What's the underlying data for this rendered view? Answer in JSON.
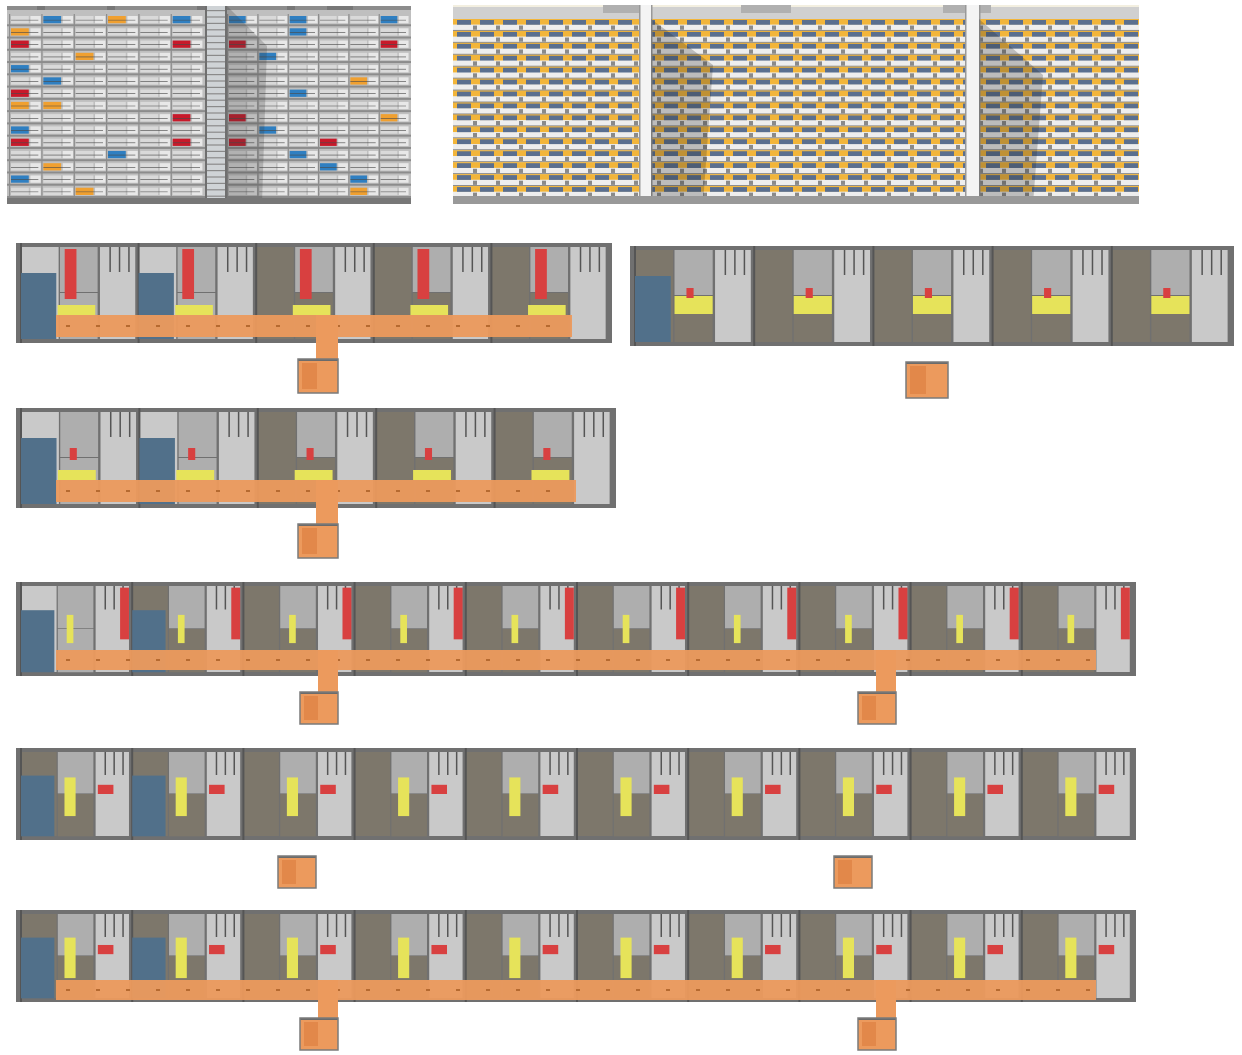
{
  "colors": {
    "background": "#ffffff",
    "concrete": "#bfbfbf",
    "concrete_dark": "#8c8c8c",
    "concrete_mid": "#a8a8a8",
    "window": "#d9d9d9",
    "window_frame": "#4a4a4a",
    "panel_blue": "#2f7fc1",
    "panel_red": "#c8192a",
    "panel_orange": "#f0a030",
    "stair_glass": "#cfd3d6",
    "facade_yellow": "#f2b53a",
    "facade_blue": "#5a6f8f",
    "facade_cream": "#f3efe0",
    "plan_wall": "#707070",
    "plan_floor_light": "#c9c9c9",
    "plan_floor_dark": "#7d776b",
    "plan_floor_grey": "#aeaeae",
    "corridor": "#ec9a5d",
    "kitchen_yellow": "#e6e35a",
    "bath_red": "#d84040",
    "unit_blue": "#51708a",
    "shadow": "#5c5c5c"
  },
  "figures": [
    {
      "kind": "elevation",
      "variant": "colored-panels",
      "name": "elevation-left"
    },
    {
      "kind": "elevation",
      "variant": "yellow-bands",
      "name": "elevation-right"
    },
    {
      "kind": "floor-plan",
      "units": 5,
      "variant": "central-core",
      "stair_towers": 1,
      "name": "plan-5unit-a"
    },
    {
      "kind": "floor-plan",
      "units": 5,
      "variant": "no-corridor",
      "stair_towers": 1,
      "name": "plan-5unit-b"
    },
    {
      "kind": "floor-plan",
      "units": 5,
      "variant": "central-core-small",
      "stair_towers": 1,
      "name": "plan-5unit-c"
    },
    {
      "kind": "floor-plan",
      "units": 10,
      "variant": "corridor",
      "stair_towers": 2,
      "name": "plan-10unit-a"
    },
    {
      "kind": "floor-plan",
      "units": 10,
      "variant": "no-corridor",
      "stair_towers": 2,
      "name": "plan-10unit-b"
    },
    {
      "kind": "floor-plan",
      "units": 10,
      "variant": "corridor-alt",
      "stair_towers": 2,
      "name": "plan-10unit-c"
    }
  ]
}
